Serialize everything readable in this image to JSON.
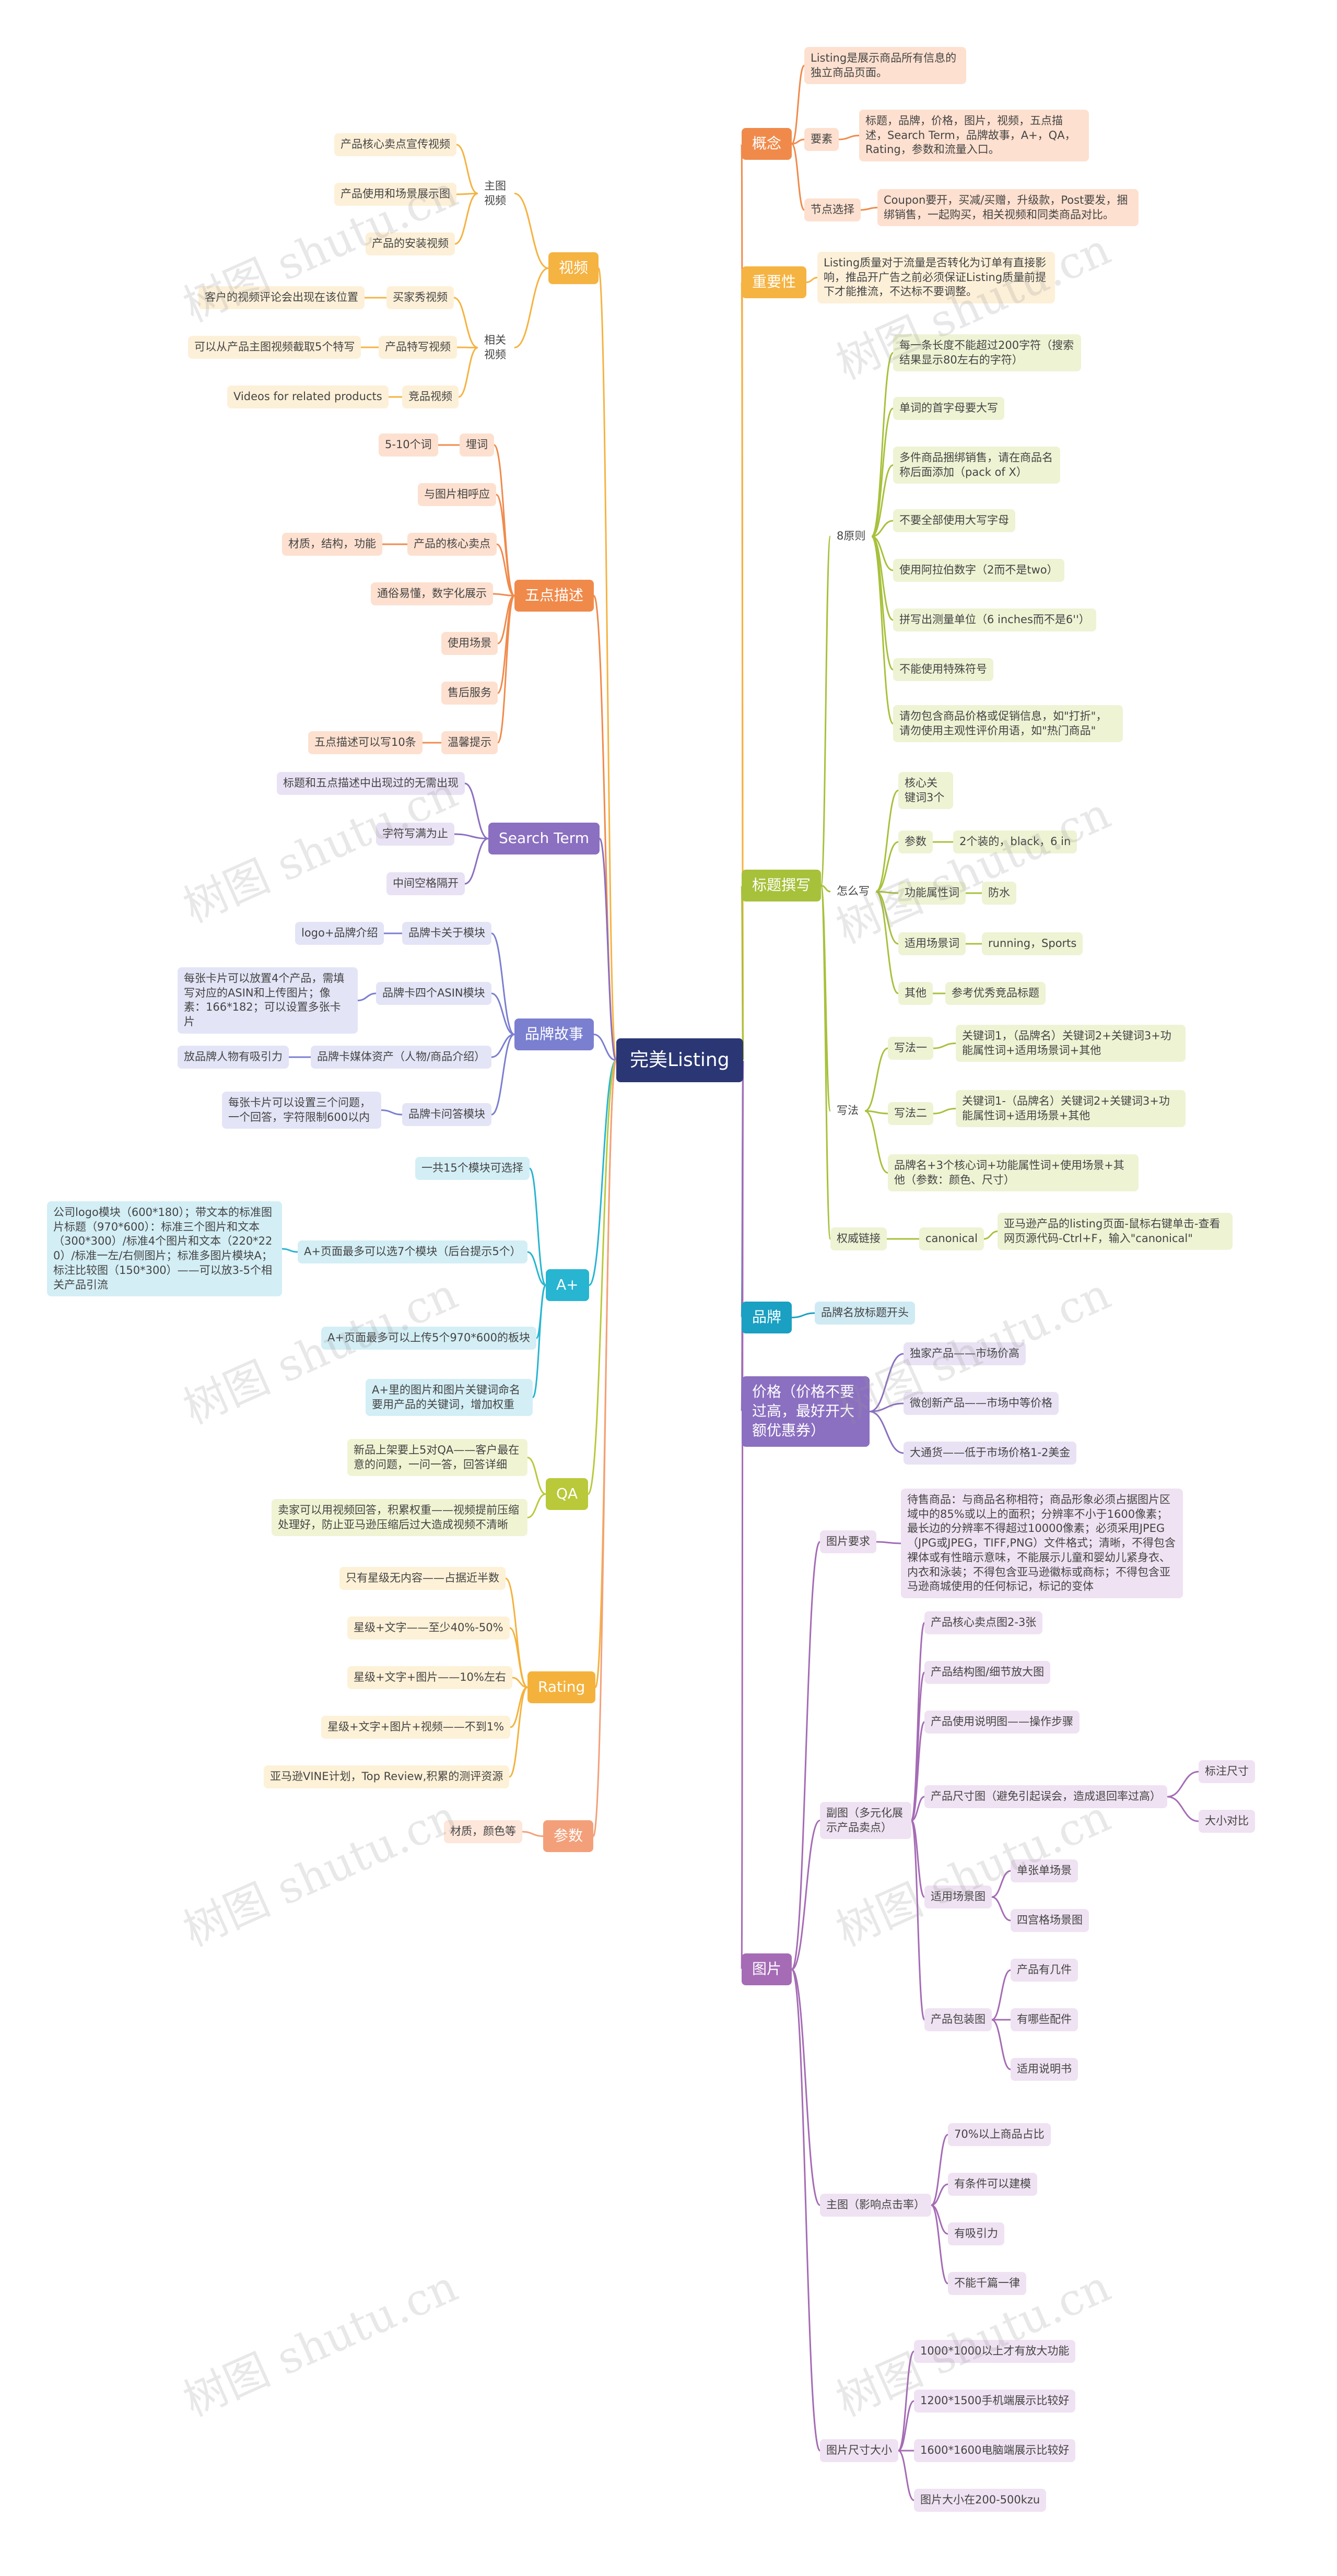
{
  "root": {
    "label": "完美Listing"
  },
  "colors": {
    "root": "#2b3774",
    "orange": "#f08a4b",
    "orange_light": "#fde0cf",
    "gold": "#f5b342",
    "gold_light": "#fdf0d8",
    "green": "#a7c13b",
    "green_light": "#eef3d4",
    "teal": "#1aa0c2",
    "teal_light": "#cfeaf3",
    "purple": "#8b6fc0",
    "purple_light": "#e9e2f4",
    "violet": "#9b5fb3",
    "violet_light": "#efe3f3",
    "blue_purple": "#7b7fd0",
    "blue_purple_light": "#e3e4f6",
    "magenta": "#a56bb5",
    "magenta_light": "#efe2f2",
    "salmon": "#f3a07a",
    "salmon_light": "#fde6da",
    "cyan": "#27b5d1",
    "cyan_light": "#d3eef5",
    "lime": "#b9c93a",
    "lime_light": "#f0f4d3",
    "amber": "#f4b23c",
    "amber_light": "#fdf1d7"
  },
  "watermark": "树图 shutu.cn",
  "left": {
    "video": {
      "label": "视频",
      "main_video": {
        "label": "主图视频",
        "items": [
          "产品核心卖点宣传视频",
          "产品使用和场景展示图",
          "产品的安装视频"
        ]
      },
      "related_video": {
        "label": "相关视频",
        "buyer_show": {
          "label": "买家秀视频",
          "note": "客户的视频评论会出现在该位置"
        },
        "feature_video": {
          "label": "产品特写视频",
          "note": "可以从产品主图视频截取5个特写"
        },
        "competitor_video": {
          "label": "竞品视频",
          "note": "Videos for related products"
        }
      }
    },
    "five_points": {
      "label": "五点描述",
      "bury_words": {
        "label": "埋词",
        "note": "5-10个词"
      },
      "match_image": {
        "label": "与图片相呼应"
      },
      "core_selling": {
        "label": "产品的核心卖点",
        "note": "材质，结构，功能"
      },
      "easy_read": {
        "label": "通俗易懂，数字化展示"
      },
      "usage_scene": {
        "label": "使用场景"
      },
      "after_sales": {
        "label": "售后服务"
      },
      "warm_tip": {
        "label": "温馨提示",
        "note": "五点描述可以写10条"
      }
    },
    "search_term": {
      "label": "Search Term",
      "items": [
        "标题和五点描述中出现过的无需出现",
        "字符写满为止",
        "中间空格隔开"
      ]
    },
    "brand_story": {
      "label": "品牌故事",
      "brand_card_about": {
        "label": "品牌卡关于模块",
        "note": "logo+品牌介绍"
      },
      "brand_card_asin": {
        "label": "品牌卡四个ASIN模块",
        "note": "每张卡片可以放置4个产品，需填写对应的ASIN和上传图片；像素：166*182；可以设置多张卡片"
      },
      "brand_card_media": {
        "label": "品牌卡媒体资产（人物/商品介绍）",
        "note": "放品牌人物有吸引力"
      },
      "brand_card_qa": {
        "label": "品牌卡问答模块",
        "note": "每张卡片可以设置三个问题，一个回答，字符限制600以内"
      }
    },
    "a_plus": {
      "label": "A+",
      "modules_15": {
        "label": "一共15个模块可选择"
      },
      "max_7": {
        "label": "A+页面最多可以选7个模块（后台提示5个）",
        "note": "公司logo模块（600*180）；带文本的标准图片标题（970*600）：标准三个图片和文本（300*300）/标准4个图片和文本（220*220）/标准一左/右侧图片；标准多图片模块A；标注比较图（150*300）——可以放3-5个相关产品引流"
      },
      "max_5_upload": {
        "label": "A+页面最多可以上传5个970*600的板块"
      },
      "keyword_naming": {
        "label": "A+里的图片和图片关键词命名要用产品的关键词，增加权重"
      }
    },
    "qa": {
      "label": "QA",
      "items": [
        "新品上架要上5对QA——客户最在意的问题，一问一答，回答详细",
        "卖家可以用视频回答，积累权重——视频提前压缩处理好，防止亚马逊压缩后过大造成视频不清晰"
      ]
    },
    "rating": {
      "label": "Rating",
      "items": [
        "只有星级无内容——占据近半数",
        "星级+文字——至少40%-50%",
        "星级+文字+图片——10%左右",
        "星级+文字+图片+视频——不到1%",
        "亚马逊VINE计划，Top Review,积累的测评资源"
      ]
    },
    "params": {
      "label": "参数",
      "items": [
        "材质，颜色等"
      ]
    }
  },
  "right": {
    "concept": {
      "label": "概念",
      "definition": "Listing是展示商品所有信息的独立商品页面。",
      "elements": {
        "label": "要素",
        "note": "标题，品牌，价格，图片，视频，五点描述，Search Term，品牌故事，A+，QA，Rating，参数和流量入口。"
      },
      "node_choice": {
        "label": "节点选择",
        "note": "Coupon要开，买减/买赠，升级款，Post要发，捆绑销售，一起购买，相关视频和同类商品对比。"
      }
    },
    "importance": {
      "label": "重要性",
      "note": "Listing质量对于流量是否转化为订单有直接影响，推品开广告之前必须保证Listing质量前提下才能推流，不达标不要调整。"
    },
    "title": {
      "label": "标题撰写",
      "eight_rules": {
        "label": "8原则",
        "items": [
          "每一条长度不能超过200字符（搜索结果显示80左右的字符）",
          "单词的首字母要大写",
          "多件商品捆绑销售，请在商品名称后面添加（pack of X）",
          "不要全部使用大写字母",
          "使用阿拉伯数字（2而不是two）",
          "拼写出测量单位（6 inches而不是6''）",
          "不能使用特殊符号",
          "请勿包含商品价格或促销信息，如\"打折\"，请勿使用主观性评价用语，如\"热门商品\""
        ]
      },
      "how_to": {
        "label": "怎么写",
        "core": {
          "label": "核心关键词3个"
        },
        "params": {
          "label": "参数",
          "note": "2个装的，black，6 in"
        },
        "function": {
          "label": "功能属性词",
          "note": "防水"
        },
        "scene": {
          "label": "适用场景词",
          "note": "running，Sports"
        },
        "other": {
          "label": "其他",
          "note": "参考优秀竞品标题"
        }
      },
      "methods": {
        "label": "写法",
        "one": {
          "label": "写法一",
          "note": "关键词1，（品牌名）关键词2+关键词3+功能属性词+适用场景词+其他"
        },
        "two": {
          "label": "写法二",
          "note": "关键词1-（品牌名）关键词2+关键词3+功能属性词+适用场景+其他"
        },
        "three": {
          "label": "品牌名+3个核心词+功能属性词+使用场景+其他（参数：颜色、尺寸）"
        }
      },
      "canonical": {
        "label": "权威链接",
        "key": "canonical",
        "note": "亚马逊产品的listing页面-鼠标右键单击-查看网页源代码-Ctrl+F，输入\"canonical\""
      }
    },
    "brand": {
      "label": "品牌",
      "note": "品牌名放标题开头"
    },
    "price": {
      "label": "价格（价格不要过高，最好开大额优惠券）",
      "items": [
        "独家产品——市场价高",
        "微创新产品——市场中等价格",
        "大通货——低于市场价格1-2美金"
      ]
    },
    "images": {
      "label": "图片",
      "requirements": {
        "label": "图片要求",
        "note": "待售商品：与商品名称相符；商品形象必须占据图片区域中的85%或以上的面积；分辨率不小于1600像素；最长边的分辨率不得超过10000像素；必须采用JPEG（JPG或JPEG，TIFF,PNG）文件格式；清晰，不得包含裸体或有性暗示意味，不能展示儿童和婴幼儿紧身衣、内衣和泳装；不得包含亚马逊徽标或商标；不得包含亚马逊商城使用的任何标记，标记的变体"
      },
      "sub_images": {
        "label": "副图（多元化展示产品卖点）",
        "core": "产品核心卖点图2-3张",
        "structure": "产品结构图/细节放大图",
        "instructions": "产品使用说明图——操作步骤",
        "size": {
          "label": "产品尺寸图（避免引起误会，造成退回率过高）",
          "items": [
            "标注尺寸",
            "大小对比"
          ]
        },
        "scene": {
          "label": "适用场景图",
          "items": [
            "单张单场景",
            "四宫格场景图"
          ]
        },
        "package": {
          "label": "产品包装图",
          "items": [
            "产品有几件",
            "有哪些配件",
            "适用说明书"
          ]
        }
      },
      "main_image": {
        "label": "主图（影响点击率）",
        "items": [
          "70%以上商品占比",
          "有条件可以建模",
          "有吸引力",
          "不能千篇一律"
        ]
      },
      "image_size": {
        "label": "图片尺寸大小",
        "items": [
          "1000*1000以上才有放大功能",
          "1200*1500手机端展示比较好",
          "1600*1600电脑端展示比较好",
          "图片大小在200-500kzu"
        ]
      }
    }
  }
}
